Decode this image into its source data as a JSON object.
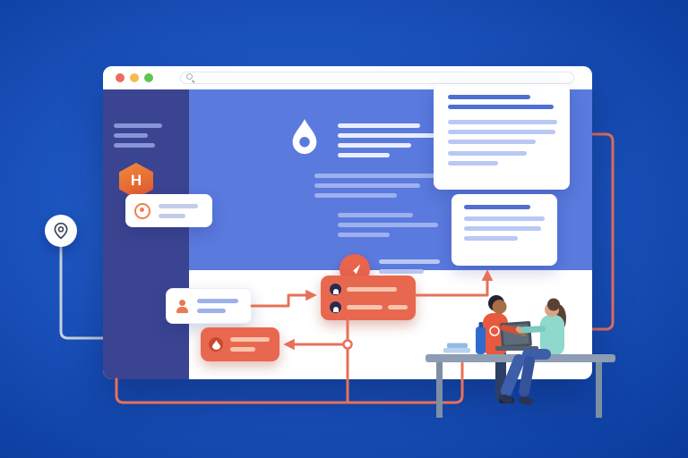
{
  "colors": {
    "sidebar": "#3b4490",
    "main": "#5b7ade",
    "coral": "#e8705a",
    "coral-card": "#e8684f",
    "accent-orange": "#e8644c",
    "hex-1": "#f08a3c",
    "hex-2": "#dd5430",
    "traffic-red": "#ee6a5f",
    "traffic-yellow": "#f5bd4f",
    "traffic-green": "#61c554",
    "gray-line": "#c9d1de",
    "desk": "#8d9db4",
    "teal": "#8ed8cc",
    "jeans": "#3d5fa9",
    "skeleton-white": "#e9eefc",
    "skeleton-blue": "#9db1ee",
    "card-line-dark": "#4f6fd6",
    "card-line-light": "#b9c8f4"
  },
  "browser": {
    "traffic_lights": [
      "close",
      "minimize",
      "zoom"
    ],
    "url_bar": {
      "value": ""
    }
  },
  "sidebar": {
    "logo_letter": "H",
    "menu_lines": [
      54,
      38,
      46
    ]
  },
  "content": {
    "g1": [
      92,
      128,
      82,
      58
    ],
    "g2": [
      158,
      118,
      92
    ],
    "g3": [
      84,
      112,
      58
    ],
    "g4": [
      68,
      50,
      36
    ]
  },
  "left_card": {
    "lines": [
      44,
      30
    ]
  },
  "right_big_card": {
    "dark": [
      92,
      118
    ],
    "light": [
      122,
      120,
      98
    ],
    "tail": [
      88,
      56
    ]
  },
  "right_small_card": {
    "dark": [
      74
    ],
    "light": [
      90,
      86,
      60
    ]
  },
  "flow": {
    "person_card": [
      46,
      32
    ],
    "avatar_card_row1": [
      56
    ],
    "avatar_card_row2": [
      40,
      22
    ],
    "flame_card": [
      44,
      28
    ]
  },
  "icons": {
    "pin-icon": "location-pin",
    "search-icon": "magnifier",
    "hexagon-logo": "hexagon-with-letter",
    "flame-logo-icon": "flame-droplet",
    "rocket-icon": "rocket",
    "person-icon": "user-silhouette",
    "avatar-icon": "round-user-avatar",
    "ring-icon": "circle-action",
    "flame-chip-icon": "small-flame"
  }
}
